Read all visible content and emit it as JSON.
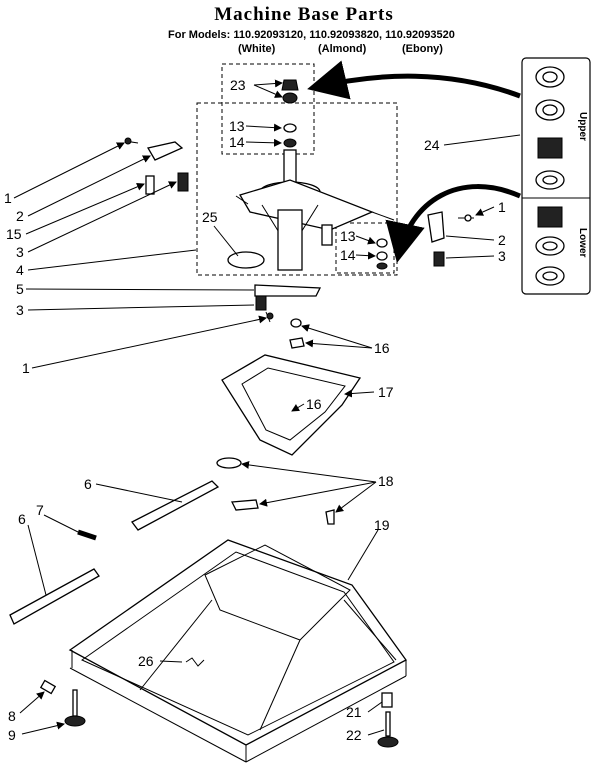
{
  "header": {
    "title": "Machine Base Parts",
    "models_line": "For Models: 110.92093120, 110.92093820, 110.92093520",
    "colors": [
      "(White)",
      "(Almond)",
      "(Ebony)"
    ]
  },
  "side_labels": {
    "upper": "Upper",
    "lower": "Lower"
  },
  "callouts": [
    {
      "id": "c23",
      "text": "23"
    },
    {
      "id": "c13a",
      "text": "13"
    },
    {
      "id": "c14a",
      "text": "14"
    },
    {
      "id": "c24",
      "text": "24"
    },
    {
      "id": "c1a",
      "text": "1"
    },
    {
      "id": "c2a",
      "text": "2"
    },
    {
      "id": "c15",
      "text": "15"
    },
    {
      "id": "c3a",
      "text": "3"
    },
    {
      "id": "c4",
      "text": "4"
    },
    {
      "id": "c25",
      "text": "25"
    },
    {
      "id": "c13b",
      "text": "13"
    },
    {
      "id": "c14b",
      "text": "14"
    },
    {
      "id": "c1b",
      "text": "1"
    },
    {
      "id": "c2b",
      "text": "2"
    },
    {
      "id": "c3b",
      "text": "3"
    },
    {
      "id": "c5",
      "text": "5"
    },
    {
      "id": "c3c",
      "text": "3"
    },
    {
      "id": "c1c",
      "text": "1"
    },
    {
      "id": "c16a",
      "text": "16"
    },
    {
      "id": "c17",
      "text": "17"
    },
    {
      "id": "c16b",
      "text": "16"
    },
    {
      "id": "c6a",
      "text": "6"
    },
    {
      "id": "c18",
      "text": "18"
    },
    {
      "id": "c7",
      "text": "7"
    },
    {
      "id": "c6b",
      "text": "6"
    },
    {
      "id": "c19",
      "text": "19"
    },
    {
      "id": "c26",
      "text": "26"
    },
    {
      "id": "c8",
      "text": "8"
    },
    {
      "id": "c21",
      "text": "21"
    },
    {
      "id": "c9",
      "text": "9"
    },
    {
      "id": "c22",
      "text": "22"
    }
  ]
}
